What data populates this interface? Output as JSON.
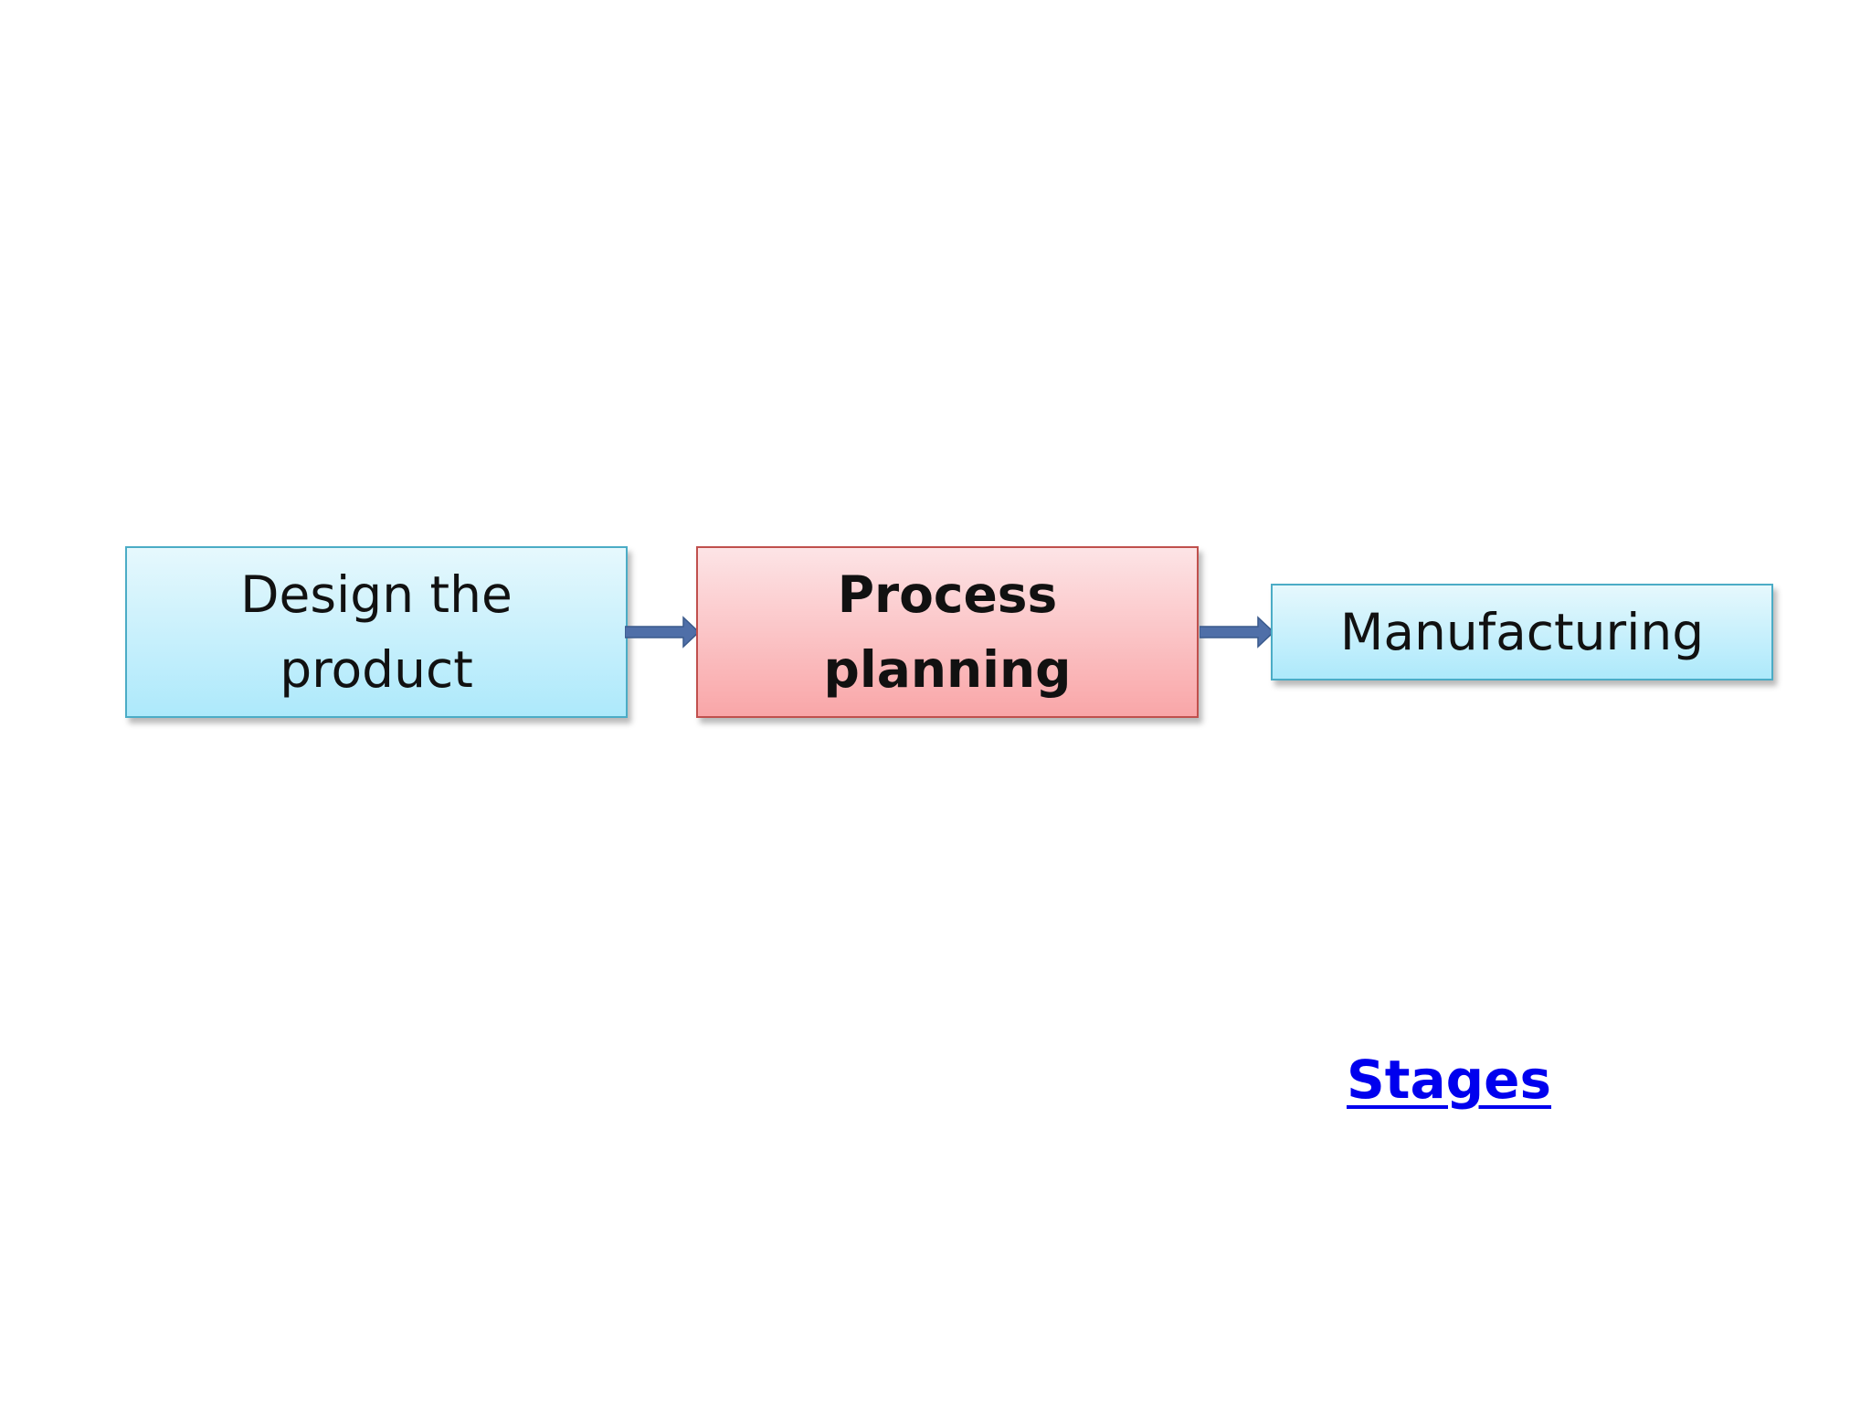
{
  "diagram": {
    "nodes": [
      {
        "id": "design",
        "lines": [
          "Design the",
          "product"
        ]
      },
      {
        "id": "process",
        "lines": [
          "Process",
          "planning"
        ]
      },
      {
        "id": "manufacturing",
        "lines": [
          "Manufacturing"
        ]
      }
    ],
    "edges": [
      {
        "from": "design",
        "to": "process"
      },
      {
        "from": "process",
        "to": "manufacturing"
      }
    ],
    "colors": {
      "blue_border": "#4bacc6",
      "blue_fill": "#ade9fb",
      "red_border": "#c0504d",
      "red_fill": "#f9a6a8",
      "arrow": "#4f6fa8"
    }
  },
  "link": {
    "label": "Stages",
    "color": "#0000ee"
  }
}
